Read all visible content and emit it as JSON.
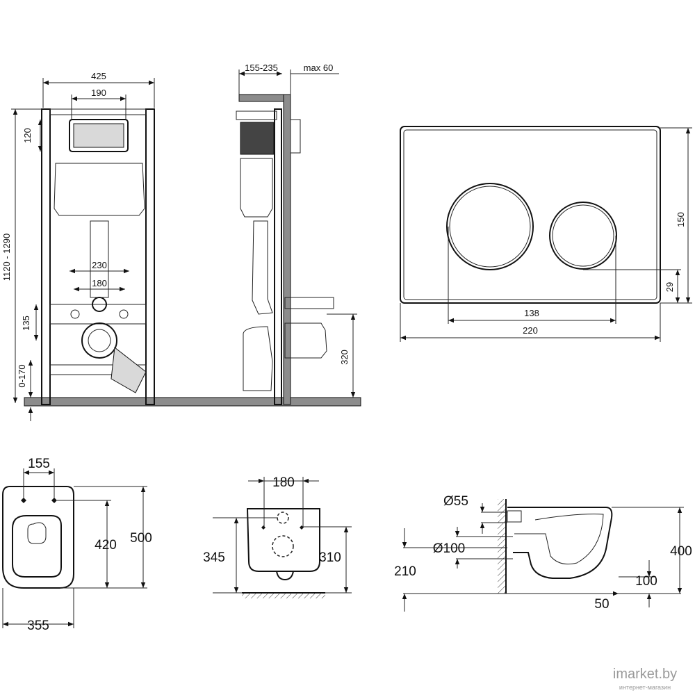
{
  "frame_front": {
    "dim_width": "425",
    "dim_top_panel": "190",
    "dim_top_height": "120",
    "dim_total_height": "1120 - 1290",
    "dim_studs_outer": "230",
    "dim_studs_inner": "180",
    "dim_drain_height": "135",
    "dim_leg_adjust": "0-170"
  },
  "frame_side": {
    "dim_depth": "155-235",
    "dim_wall": "max 60",
    "dim_outlet_height": "320"
  },
  "flush_plate": {
    "dim_height": "150",
    "dim_button_offset": "29",
    "dim_buttons_span": "138",
    "dim_width": "220"
  },
  "bowl_top": {
    "dim_mount_span": "155",
    "dim_to_holes": "420",
    "dim_length": "500",
    "dim_width": "355"
  },
  "bowl_front": {
    "dim_hole_span": "180",
    "dim_left_height": "345",
    "dim_right_height": "310"
  },
  "bowl_side": {
    "dim_inlet": "Ø55",
    "dim_outlet": "Ø100",
    "dim_outlet_height": "210",
    "dim_total_height": "400",
    "dim_bottom_height": "100",
    "dim_wall_gap": "50"
  },
  "watermark": {
    "brand": "imarket.by",
    "tagline": "интернет-магазин"
  }
}
